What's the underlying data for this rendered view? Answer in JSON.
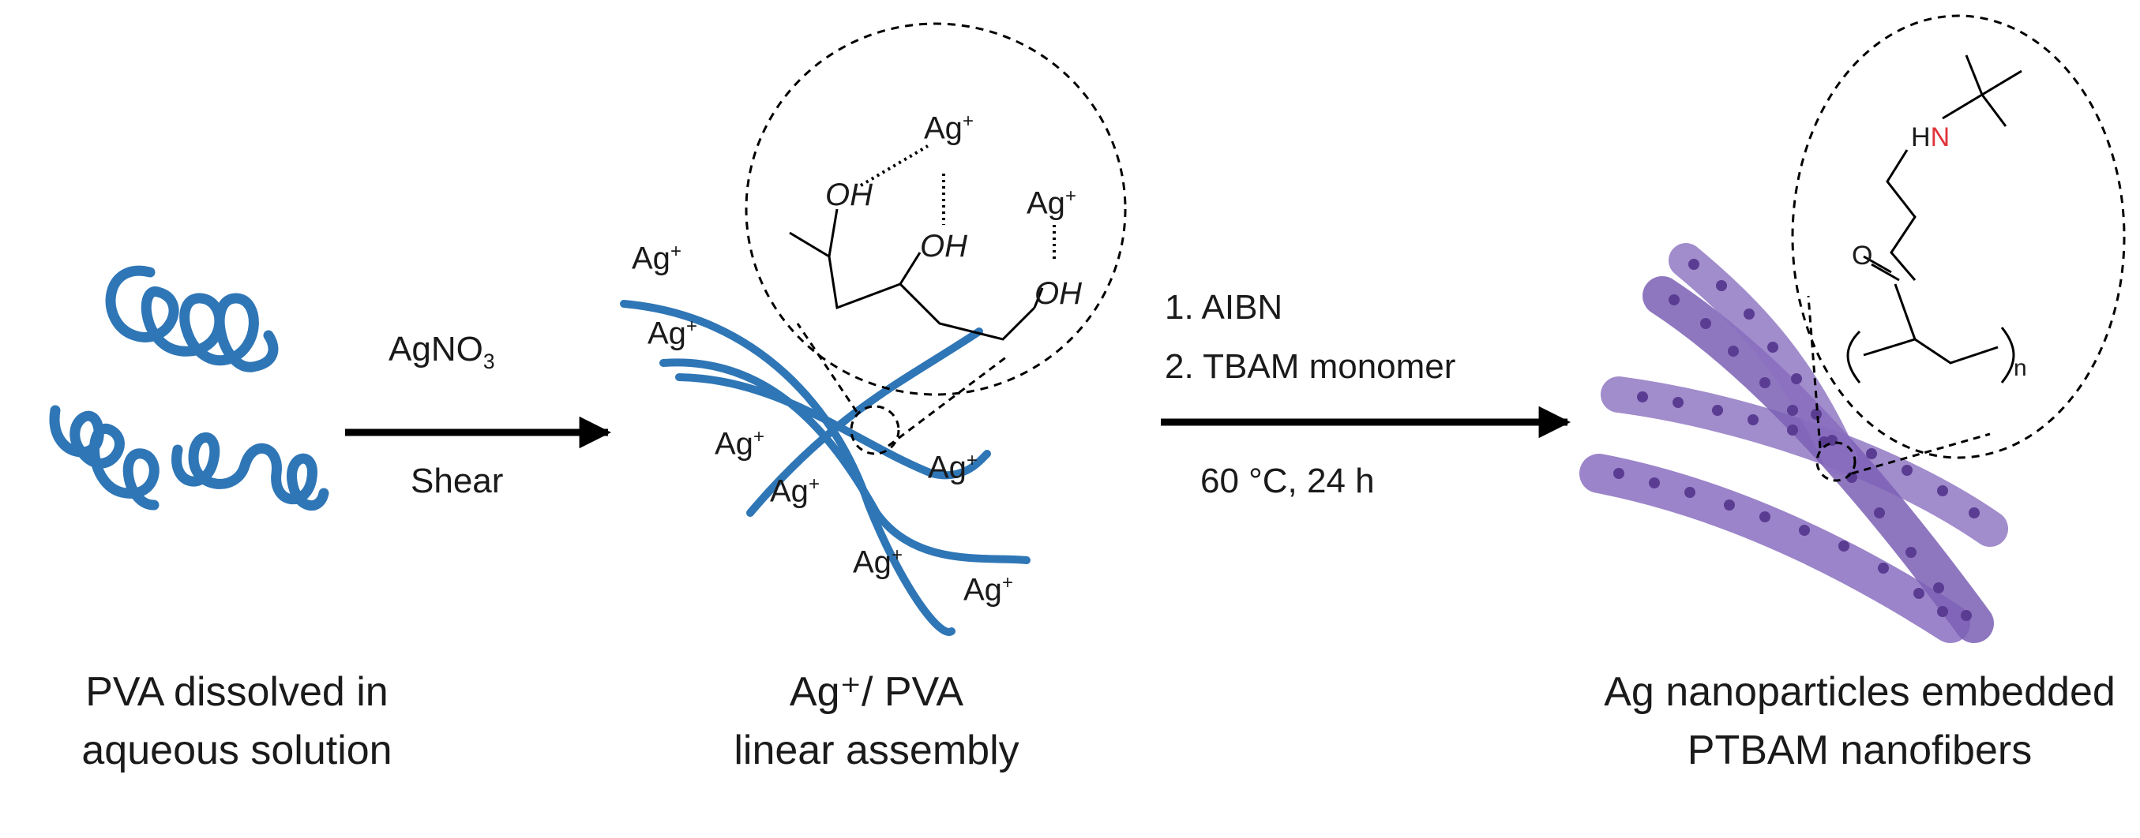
{
  "steps": [
    {
      "caption_line1": "PVA dissolved in",
      "caption_line2": "aqueous solution"
    },
    {
      "caption_line1": "Ag⁺/ PVA",
      "caption_line2": "linear assembly"
    },
    {
      "caption_line1": "Ag nanoparticles embedded",
      "caption_line2": "PTBAM nanofibers"
    }
  ],
  "arrow1": {
    "reagent_base": "AgNO",
    "reagent_sub": "3",
    "condition": "Shear"
  },
  "arrow2": {
    "step1": "1. AIBN",
    "step2": "2. TBAM monomer",
    "condition": "60 °C, 24 h"
  },
  "ion": {
    "symbol": "Ag",
    "charge": "+"
  },
  "pva_inset": {
    "hydroxyl": "OH"
  },
  "ptbam_inset": {
    "amine_h": "H",
    "amine_n": "N",
    "repeat": "n"
  },
  "colors": {
    "pva_chain": "#2f76b6",
    "fiber": "#8a6fbf",
    "fiber_dark": "#5a3c92",
    "nitrogen": "#e0333a"
  }
}
